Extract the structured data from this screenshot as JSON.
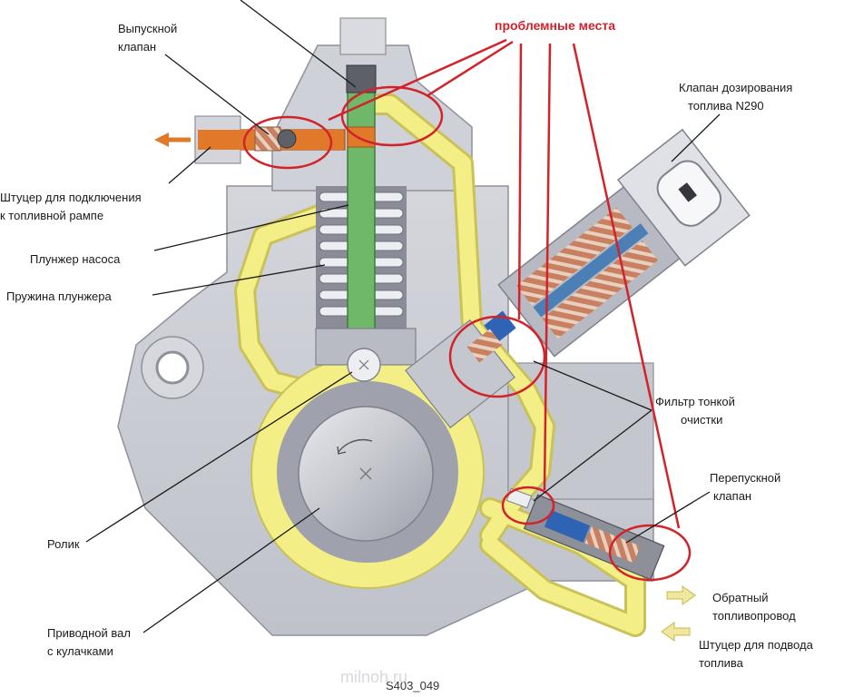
{
  "labels": {
    "outlet_valve": [
      "Выпускной",
      "клапан"
    ],
    "rail_fitting": [
      "Штуцер для подключения",
      "к топливной рампе"
    ],
    "pump_plunger": [
      "Плунжер насоса"
    ],
    "plunger_spring": [
      "Пружина плунжера"
    ],
    "roller": [
      "Ролик"
    ],
    "drive_shaft": [
      "Приводной вал",
      "с кулачками"
    ],
    "problem_areas": [
      "проблемные места"
    ],
    "metering_valve": [
      "Клапан дозирования",
      "топлива N290"
    ],
    "fine_filter": [
      "Фильтр тонкой",
      "очистки"
    ],
    "bypass_valve": [
      "Перепускной",
      "клапан"
    ],
    "return_line": [
      "Обратный",
      "топливопровод"
    ],
    "supply_fitting": [
      "Штуцер для подвода",
      "топлива"
    ]
  },
  "figure_code": "S403_049",
  "watermark": "milnoh.ru",
  "colors": {
    "housing": "#c9cbd2",
    "housing_dark": "#a9acb6",
    "fuel": "#f4ee86",
    "fuel_edge": "#c9c25a",
    "plunger": "#6fb86a",
    "high_pressure": "#e07a2a",
    "problem_marker": "#d2232a",
    "leader": "#1a1a1a",
    "flow_arrow": "#f0e6a0"
  }
}
